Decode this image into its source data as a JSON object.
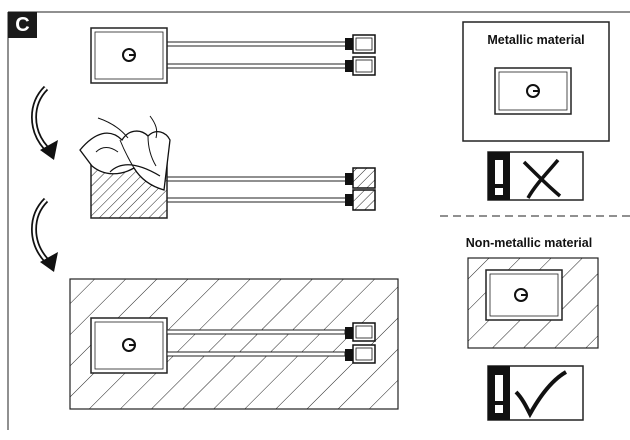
{
  "panel": {
    "badge": "C"
  },
  "labels": {
    "metallic": "Metallic material",
    "non_metallic": "Non-metallic material"
  },
  "icons": {
    "power": "power-icon",
    "rotate": "rotate-arrow-icon",
    "warning": "exclamation-icon",
    "forbidden": "cross-mark-icon",
    "allowed": "check-mark-icon"
  }
}
